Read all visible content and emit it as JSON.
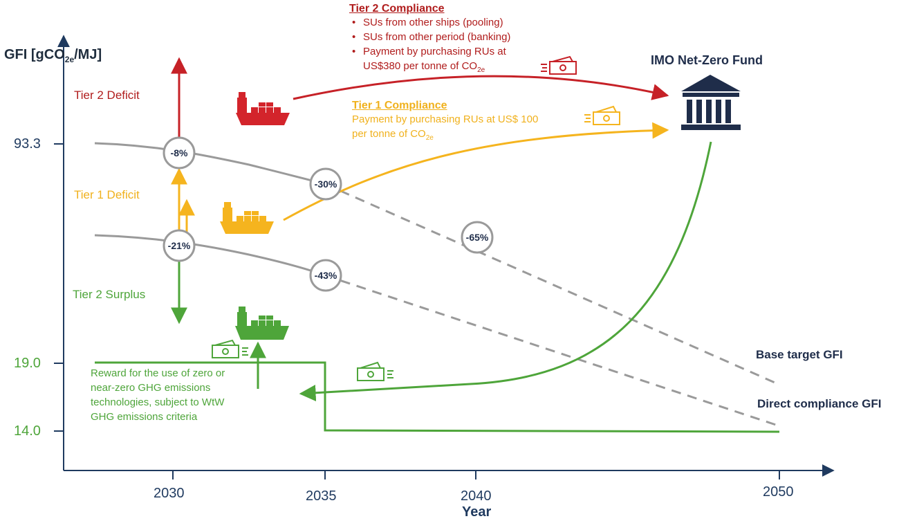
{
  "axis": {
    "y_title": "GFI [gCO",
    "y_title_sub": "2e",
    "y_title_end": "/MJ]",
    "y_ticks": [
      "93.3",
      "19.0",
      "14.0"
    ],
    "x_ticks": [
      "2030",
      "2035",
      "2040",
      "2050"
    ],
    "x_title": "Year"
  },
  "tiers": {
    "tier2_deficit": "Tier 2 Deficit",
    "tier1_deficit": "Tier 1 Deficit",
    "tier2_surplus": "Tier 2 Surplus"
  },
  "tier2_compliance": {
    "title": "Tier 2 Compliance",
    "items": [
      "SUs from other ships (pooling)",
      "SUs from other period (banking)",
      "Payment by purchasing RUs at"
    ],
    "last_line": "US$380 per tonne of CO",
    "last_line_sub": "2e"
  },
  "tier1_compliance": {
    "title": "Tier 1 Compliance",
    "line1": "Payment by purchasing RUs at US$ 100",
    "line2": "per tonne of CO",
    "line2_sub": "2e"
  },
  "fund": {
    "title": "IMO Net-Zero Fund"
  },
  "reward": {
    "lines": [
      "Reward for the use of zero or",
      "near-zero GHG emissions",
      "technologies, subject to WtW",
      "GHG emissions criteria"
    ]
  },
  "series_labels": {
    "base": "Base target GFI",
    "direct": "Direct compliance GFI"
  },
  "reductions": {
    "base": [
      "-8%",
      "-30%",
      "-65%"
    ],
    "direct": [
      "-21%",
      "-43%"
    ]
  },
  "colors": {
    "red": "#d3242b",
    "orange": "#f5b41e",
    "green": "#4ea53a",
    "grey": "#9a9a9a",
    "navy": "#1f2d4a"
  },
  "icons": [
    "ship-icon",
    "bank-icon",
    "cash-icon"
  ]
}
